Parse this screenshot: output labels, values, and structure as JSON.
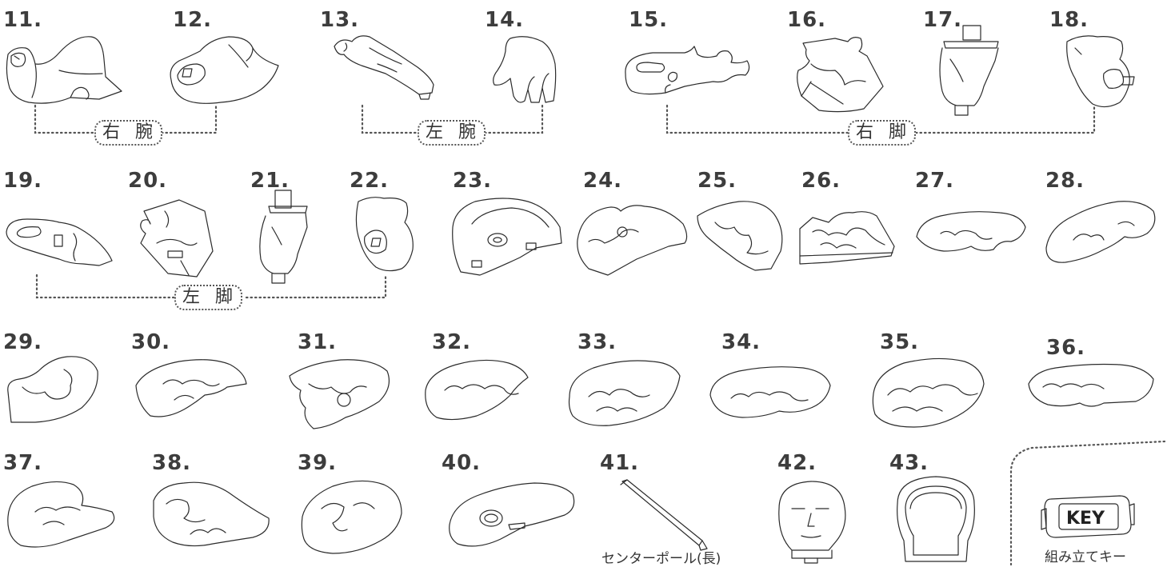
{
  "parts": [
    {
      "id": "p11",
      "number": "11."
    },
    {
      "id": "p12",
      "number": "12."
    },
    {
      "id": "p13",
      "number": "13."
    },
    {
      "id": "p14",
      "number": "14."
    },
    {
      "id": "p15",
      "number": "15."
    },
    {
      "id": "p16",
      "number": "16."
    },
    {
      "id": "p17",
      "number": "17."
    },
    {
      "id": "p18",
      "number": "18."
    },
    {
      "id": "p19",
      "number": "19."
    },
    {
      "id": "p20",
      "number": "20."
    },
    {
      "id": "p21",
      "number": "21."
    },
    {
      "id": "p22",
      "number": "22."
    },
    {
      "id": "p23",
      "number": "23."
    },
    {
      "id": "p24",
      "number": "24."
    },
    {
      "id": "p25",
      "number": "25."
    },
    {
      "id": "p26",
      "number": "26."
    },
    {
      "id": "p27",
      "number": "27."
    },
    {
      "id": "p28",
      "number": "28."
    },
    {
      "id": "p29",
      "number": "29."
    },
    {
      "id": "p30",
      "number": "30."
    },
    {
      "id": "p31",
      "number": "31."
    },
    {
      "id": "p32",
      "number": "32."
    },
    {
      "id": "p33",
      "number": "33."
    },
    {
      "id": "p34",
      "number": "34."
    },
    {
      "id": "p35",
      "number": "35."
    },
    {
      "id": "p36",
      "number": "36."
    },
    {
      "id": "p37",
      "number": "37."
    },
    {
      "id": "p38",
      "number": "38."
    },
    {
      "id": "p39",
      "number": "39."
    },
    {
      "id": "p40",
      "number": "40."
    },
    {
      "id": "p41",
      "number": "41.",
      "caption": "センターポール(長)"
    },
    {
      "id": "p42",
      "number": "42."
    },
    {
      "id": "p43",
      "number": "43."
    }
  ],
  "groups": {
    "right_arm": "右 腕",
    "left_arm": "左 腕",
    "right_leg": "右 脚",
    "left_leg": "左 脚"
  },
  "key": {
    "badge_text": "KEY",
    "caption": "組み立てキー"
  }
}
